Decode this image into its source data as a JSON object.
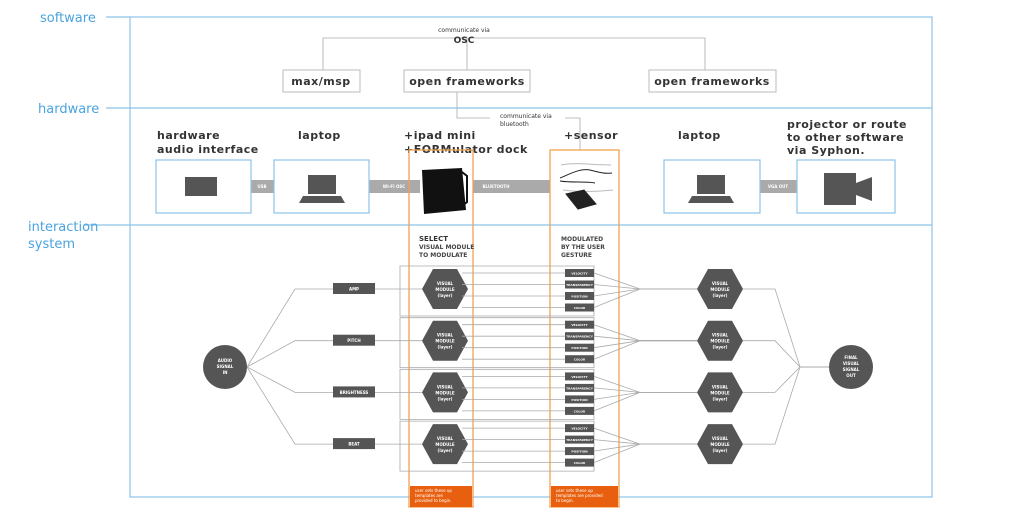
{
  "sections": {
    "software": "software",
    "hardware": "hardware",
    "interaction": [
      "interaction",
      "system"
    ]
  },
  "software": {
    "osc_caption": "communicate via",
    "osc": "OSC",
    "nodes": [
      "max/msp",
      "open frameworks",
      "open frameworks"
    ]
  },
  "hardware": {
    "bt_caption": [
      "communicate via",
      "bluetooth"
    ],
    "titles": {
      "audio": [
        "hardware",
        "audio interface"
      ],
      "laptop1": "laptop",
      "ipad": [
        "+ipad mini",
        "+FORMulator dock"
      ],
      "sensor": "+sensor",
      "laptop2": "laptop",
      "projector": [
        "projector or route",
        "to other software",
        "via Syphon."
      ]
    },
    "links": [
      "USB",
      "WI-FI OSC",
      "BLUETOOTH",
      "VGA OUT"
    ]
  },
  "interaction": {
    "select_caption": [
      "SELECT",
      "VISUAL MODULE",
      "TO MODULATE"
    ],
    "modulated_caption": [
      "MODULATED",
      "BY THE USER",
      "GESTURE"
    ],
    "audio_in": [
      "AUDIO",
      "SIGNAL",
      "IN"
    ],
    "final_out": [
      "FINAL",
      "VISUAL",
      "SIGNAL",
      "OUT"
    ],
    "inputs": [
      "AMP",
      "PITCH",
      "BRIGHTNESS",
      "BEAT"
    ],
    "module": [
      "VISUAL",
      "MODULE",
      "(layer)"
    ],
    "params": [
      "VELOCITY",
      "TRANSPARENCY",
      "POSITION",
      "COLOR"
    ],
    "note": [
      "user sets these up",
      "templates are",
      "provided to begin."
    ],
    "note2": [
      "user sets these up",
      "templates are provided",
      "to begin."
    ]
  },
  "colors": {
    "blue": "#8dc3e8",
    "orange": "#f0a050",
    "note": "#e8600f",
    "gray": "#555555"
  }
}
